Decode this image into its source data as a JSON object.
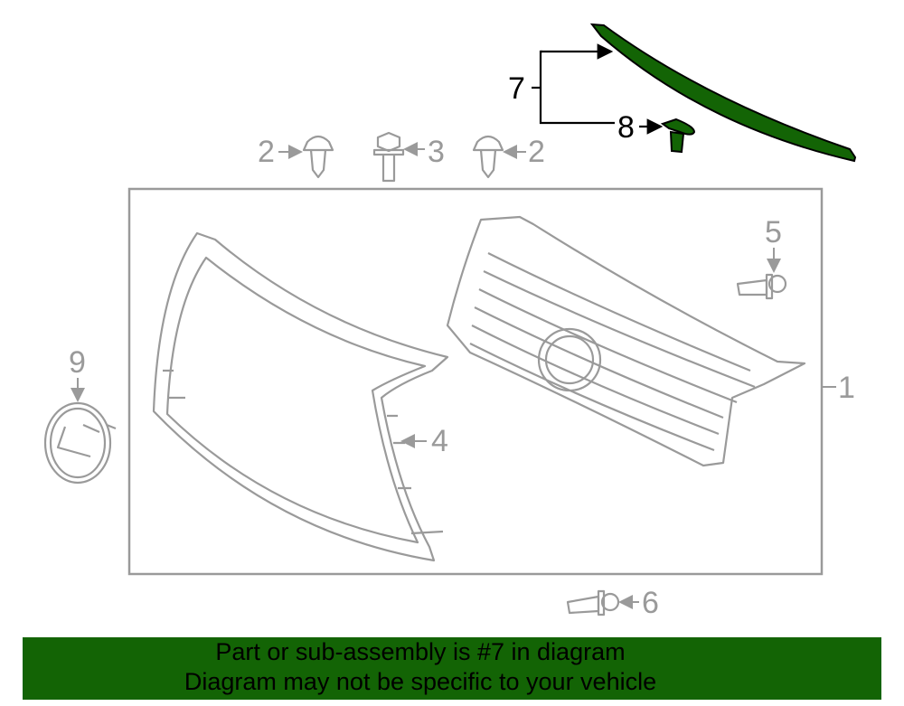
{
  "callouts": {
    "c1": "1",
    "c2a": "2",
    "c2b": "2",
    "c3": "3",
    "c4": "4",
    "c5": "5",
    "c6": "6",
    "c7": "7",
    "c8": "8",
    "c9": "9"
  },
  "colors": {
    "highlight": "#136405",
    "part_line": "#9a9a9a"
  },
  "banner": {
    "line1": "Part or sub-assembly is #7 in diagram",
    "line2": "Diagram may not be specific to your vehicle"
  }
}
